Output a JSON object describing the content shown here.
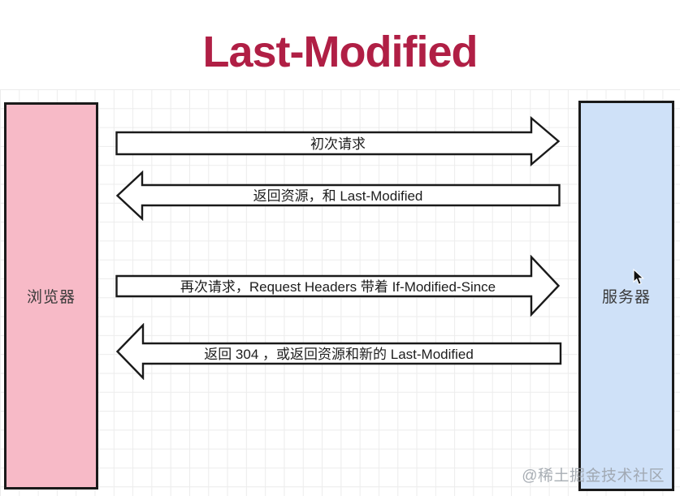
{
  "title": "Last-Modified",
  "colors": {
    "title": "#b01f45",
    "browser_fill": "#f7bac7",
    "server_fill": "#cfe1f8",
    "outline": "#1a1a1a",
    "grid_line": "#ececec",
    "arrow_fill": "#ffffff",
    "watermark": "#9aa0a8"
  },
  "nodes": {
    "browser": {
      "label": "浏览器"
    },
    "server": {
      "label": "服务器"
    }
  },
  "arrows": [
    {
      "direction": "right",
      "label": "初次请求"
    },
    {
      "direction": "left",
      "label": "返回资源，和 Last-Modified"
    },
    {
      "direction": "right",
      "label": "再次请求，Request Headers 带着 If-Modified-Since"
    },
    {
      "direction": "left",
      "label": "返回 304 ，或返回资源和新的 Last-Modified"
    }
  ],
  "watermark": "@稀土掘金技术社区"
}
